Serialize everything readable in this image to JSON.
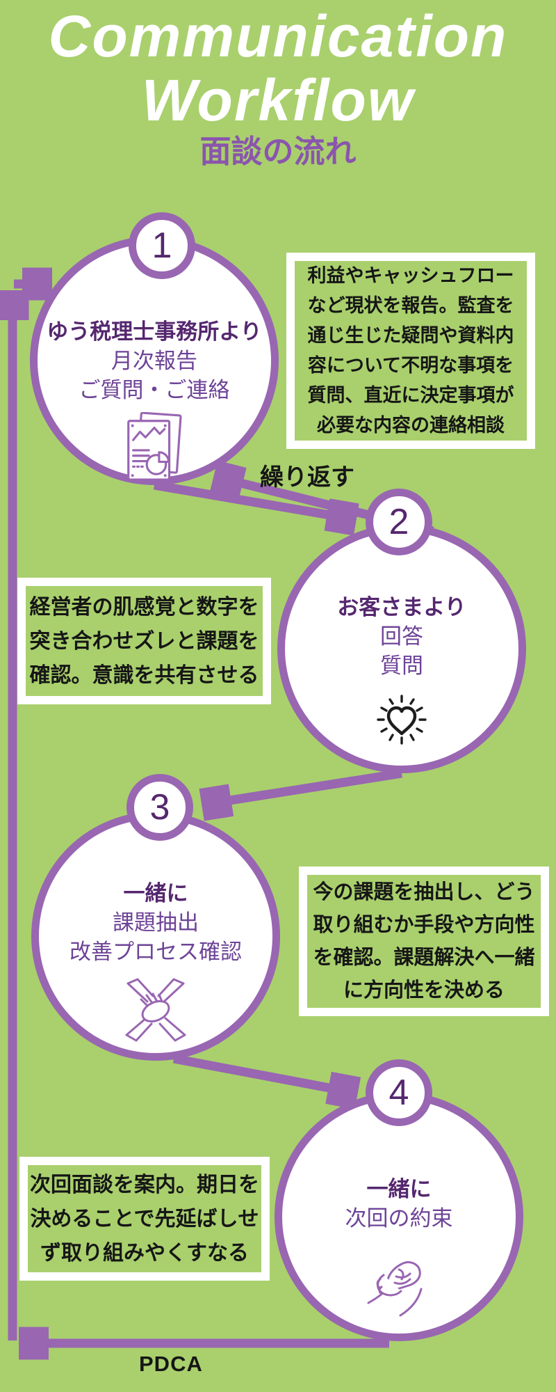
{
  "colors": {
    "background": "#a9d06d",
    "purple": "#9966b2",
    "purple_dark": "#55276f",
    "purple_mid": "#6d4397",
    "text_black": "#161616",
    "white": "#ffffff",
    "icon_black": "#1d1d1d"
  },
  "header": {
    "title_line1": "Communication",
    "title_line2": "Workflow",
    "subtitle": "面談の流れ"
  },
  "labels": {
    "repeat": "繰り返す",
    "pdca": "PDCA"
  },
  "steps": [
    {
      "number": "1",
      "heading": "ゆう税理士事務所より",
      "lines": [
        "月次報告",
        "ご質問・ご連絡"
      ],
      "icon": "report-chart-icon",
      "note": "利益やキャッシュフロー\nなど現状を報告。監査を\n通じ生じた疑問や資料内\n容について不明な事項を\n質問、直近に決定事項が\n必要な内容の連絡相談"
    },
    {
      "number": "2",
      "heading": "お客さまより",
      "lines": [
        "回答",
        "質問"
      ],
      "icon": "radiant-heart-icon",
      "note": "経営者の肌感覚と数字を\n突き合わせズレと課題を\n確認。意識を共有させる"
    },
    {
      "number": "3",
      "heading": "一緒に",
      "lines": [
        "課題抽出",
        "改善プロセス確認"
      ],
      "icon": "hands-together-icon",
      "note": "今の課題を抽出し、どう\n取り組むか手段や方向性\nを確認。課題解決へ一緒\nに方向性を決める"
    },
    {
      "number": "4",
      "heading": "一緒に",
      "lines": [
        "次回の約束"
      ],
      "icon": "handshake-icon",
      "note": "次回面談を案内。期日を\n決めることで先延ばしせ\nず取り組みやくすなる"
    }
  ]
}
